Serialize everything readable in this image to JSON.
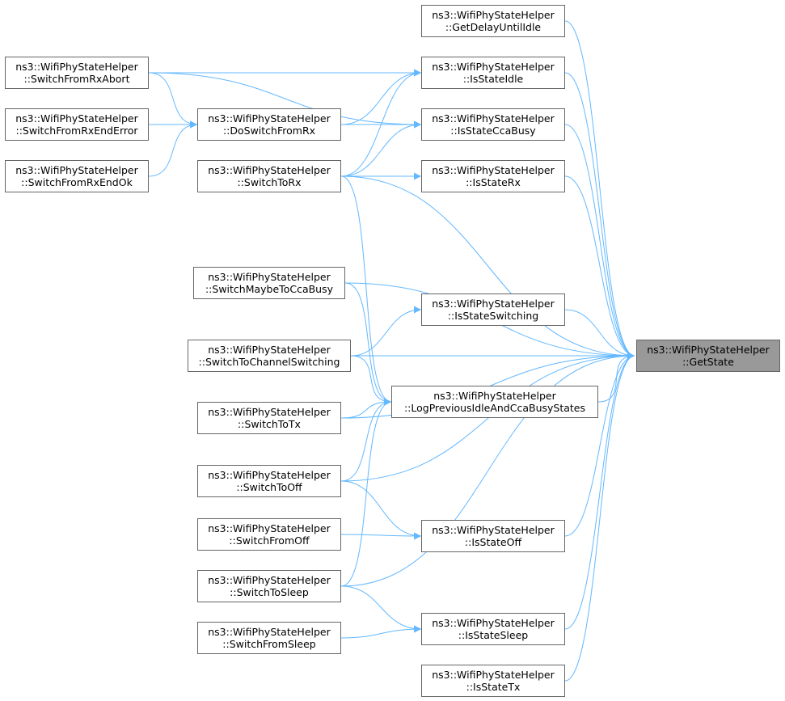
{
  "graph": {
    "edge_color": "#63b8ff",
    "root_fill": "#999999",
    "node_border": "#666666",
    "nodes": [
      {
        "id": "getstate",
        "line1": "ns3::WifiPhyStateHelper",
        "line2": "::GetState",
        "root": true
      },
      {
        "id": "getdelay",
        "line1": "ns3::WifiPhyStateHelper",
        "line2": "::GetDelayUntilIdle"
      },
      {
        "id": "isidle",
        "line1": "ns3::WifiPhyStateHelper",
        "line2": "::IsStateIdle"
      },
      {
        "id": "isccabusy",
        "line1": "ns3::WifiPhyStateHelper",
        "line2": "::IsStateCcaBusy"
      },
      {
        "id": "isrx",
        "line1": "ns3::WifiPhyStateHelper",
        "line2": "::IsStateRx"
      },
      {
        "id": "isswitching",
        "line1": "ns3::WifiPhyStateHelper",
        "line2": "::IsStateSwitching"
      },
      {
        "id": "logprev",
        "line1": "ns3::WifiPhyStateHelper",
        "line2": "::LogPreviousIdleAndCcaBusyStates"
      },
      {
        "id": "isoff",
        "line1": "ns3::WifiPhyStateHelper",
        "line2": "::IsStateOff"
      },
      {
        "id": "issleep",
        "line1": "ns3::WifiPhyStateHelper",
        "line2": "::IsStateSleep"
      },
      {
        "id": "istx",
        "line1": "ns3::WifiPhyStateHelper",
        "line2": "::IsStateTx"
      },
      {
        "id": "rxabort",
        "line1": "ns3::WifiPhyStateHelper",
        "line2": "::SwitchFromRxAbort"
      },
      {
        "id": "rxenderror",
        "line1": "ns3::WifiPhyStateHelper",
        "line2": "::SwitchFromRxEndError"
      },
      {
        "id": "rxendok",
        "line1": "ns3::WifiPhyStateHelper",
        "line2": "::SwitchFromRxEndOk"
      },
      {
        "id": "doswitchrx",
        "line1": "ns3::WifiPhyStateHelper",
        "line2": "::DoSwitchFromRx"
      },
      {
        "id": "switchtorx",
        "line1": "ns3::WifiPhyStateHelper",
        "line2": "::SwitchToRx"
      },
      {
        "id": "maybecca",
        "line1": "ns3::WifiPhyStateHelper",
        "line2": "::SwitchMaybeToCcaBusy"
      },
      {
        "id": "tochannel",
        "line1": "ns3::WifiPhyStateHelper",
        "line2": "::SwitchToChannelSwitching"
      },
      {
        "id": "totx",
        "line1": "ns3::WifiPhyStateHelper",
        "line2": "::SwitchToTx"
      },
      {
        "id": "tooff",
        "line1": "ns3::WifiPhyStateHelper",
        "line2": "::SwitchToOff"
      },
      {
        "id": "fromoff",
        "line1": "ns3::WifiPhyStateHelper",
        "line2": "::SwitchFromOff"
      },
      {
        "id": "tosleep",
        "line1": "ns3::WifiPhyStateHelper",
        "line2": "::SwitchToSleep"
      },
      {
        "id": "fromsleep",
        "line1": "ns3::WifiPhyStateHelper",
        "line2": "::SwitchFromSleep"
      }
    ],
    "edges": [
      {
        "from": "getdelay",
        "to": "getstate"
      },
      {
        "from": "isidle",
        "to": "getstate"
      },
      {
        "from": "isccabusy",
        "to": "getstate"
      },
      {
        "from": "isrx",
        "to": "getstate"
      },
      {
        "from": "isswitching",
        "to": "getstate"
      },
      {
        "from": "logprev",
        "to": "getstate"
      },
      {
        "from": "isoff",
        "to": "getstate"
      },
      {
        "from": "issleep",
        "to": "getstate"
      },
      {
        "from": "istx",
        "to": "getstate"
      },
      {
        "from": "switchtorx",
        "to": "getstate"
      },
      {
        "from": "maybecca",
        "to": "getstate"
      },
      {
        "from": "tochannel",
        "to": "getstate"
      },
      {
        "from": "totx",
        "to": "getstate"
      },
      {
        "from": "tooff",
        "to": "getstate"
      },
      {
        "from": "tosleep",
        "to": "getstate"
      },
      {
        "from": "rxabort",
        "to": "isidle"
      },
      {
        "from": "rxabort",
        "to": "isccabusy"
      },
      {
        "from": "rxabort",
        "to": "doswitchrx"
      },
      {
        "from": "rxenderror",
        "to": "doswitchrx"
      },
      {
        "from": "rxendok",
        "to": "doswitchrx"
      },
      {
        "from": "doswitchrx",
        "to": "isidle"
      },
      {
        "from": "doswitchrx",
        "to": "isccabusy"
      },
      {
        "from": "switchtorx",
        "to": "isidle"
      },
      {
        "from": "switchtorx",
        "to": "isccabusy"
      },
      {
        "from": "switchtorx",
        "to": "isrx"
      },
      {
        "from": "switchtorx",
        "to": "logprev"
      },
      {
        "from": "maybecca",
        "to": "logprev"
      },
      {
        "from": "tochannel",
        "to": "isswitching"
      },
      {
        "from": "tochannel",
        "to": "logprev"
      },
      {
        "from": "totx",
        "to": "logprev"
      },
      {
        "from": "tooff",
        "to": "logprev"
      },
      {
        "from": "tooff",
        "to": "isoff"
      },
      {
        "from": "fromoff",
        "to": "isoff"
      },
      {
        "from": "tosleep",
        "to": "logprev"
      },
      {
        "from": "tosleep",
        "to": "issleep"
      },
      {
        "from": "fromsleep",
        "to": "issleep"
      }
    ]
  }
}
